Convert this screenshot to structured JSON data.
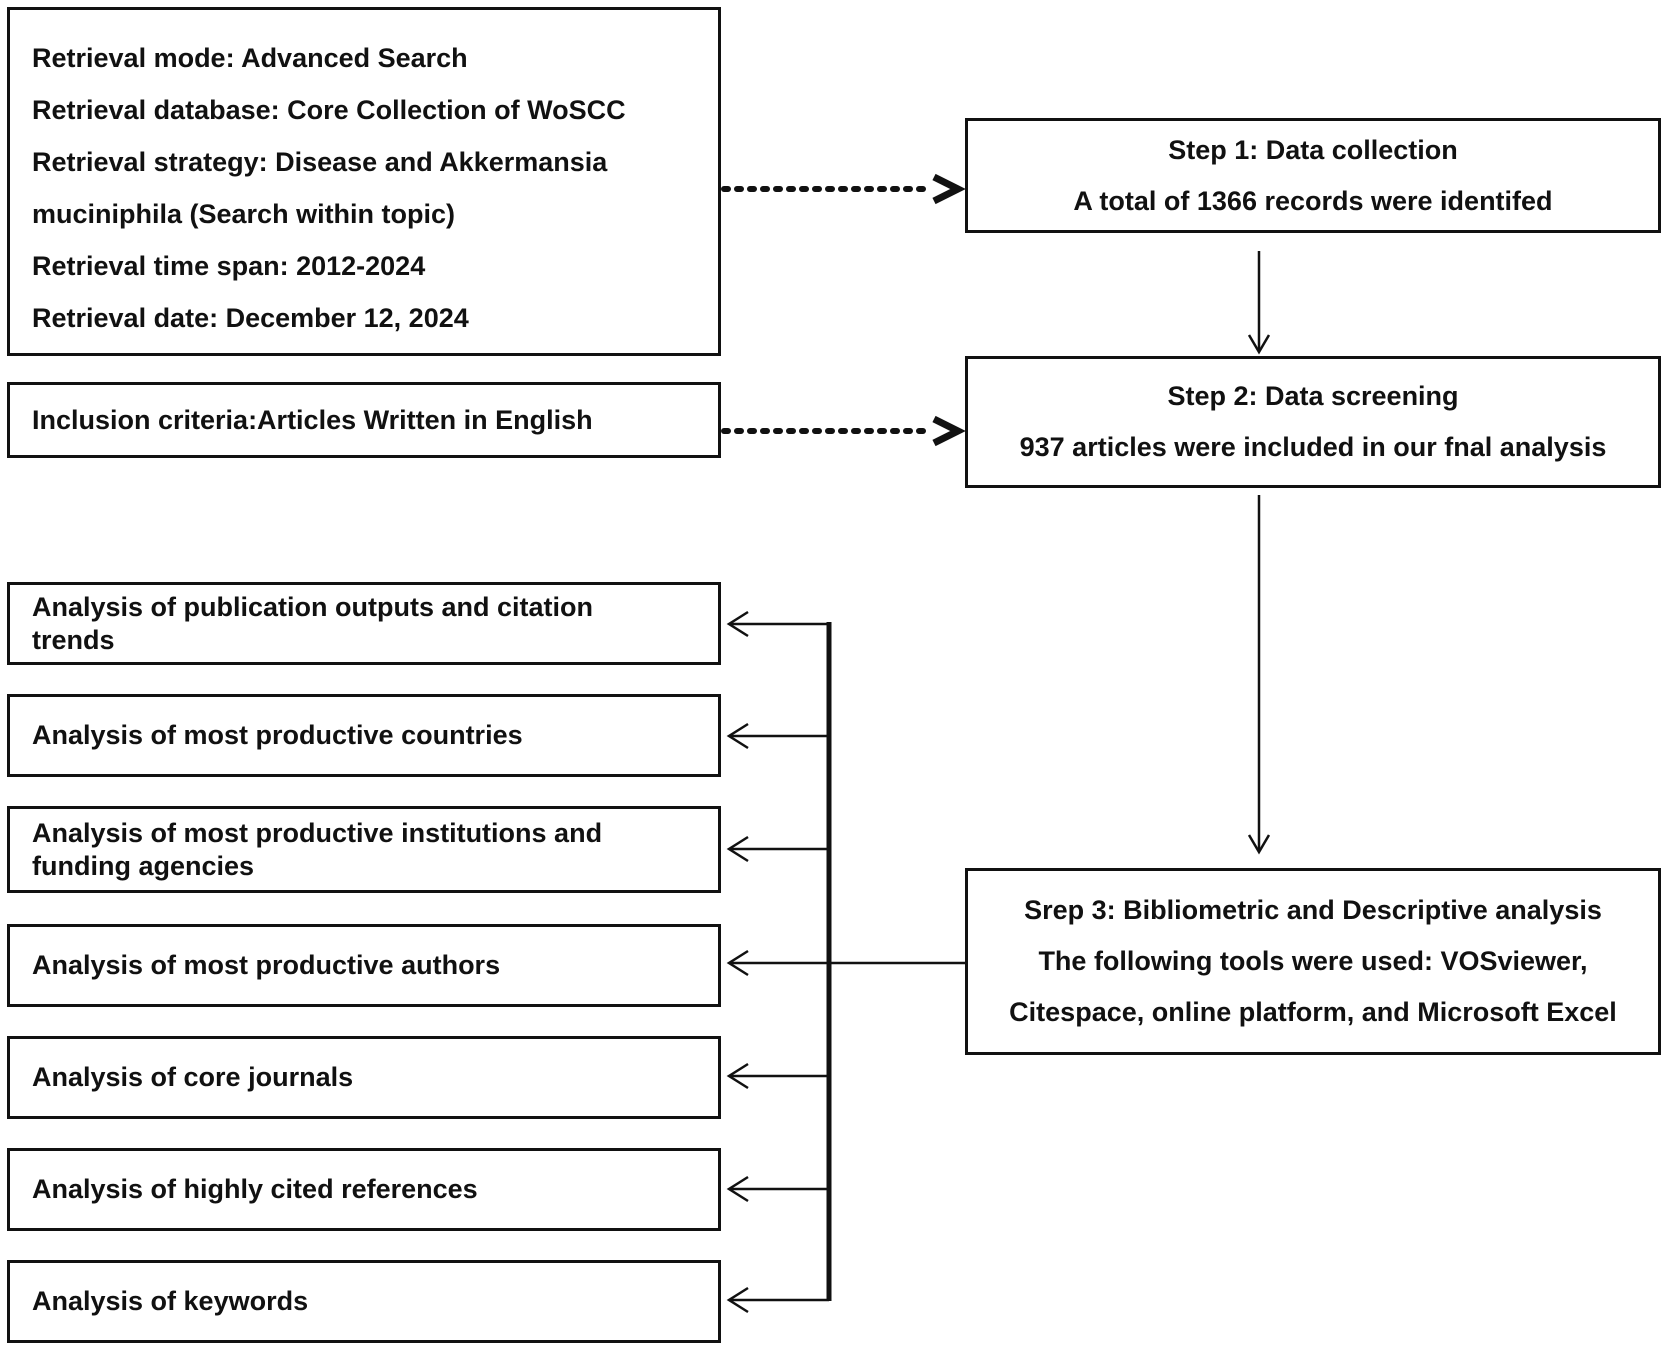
{
  "retrieval": {
    "lines": [
      "Retrieval mode: Advanced Search",
      "Retrieval database: Core Collection of WoSCC",
      "Retrieval strategy: Disease and Akkermansia",
      "muciniphila (Search within topic)",
      "Retrieval time span: 2012-2024",
      "Retrieval date: December 12, 2024"
    ]
  },
  "inclusion": {
    "text": "Inclusion criteria:Articles Written in English"
  },
  "step1": {
    "title": "Step 1: Data collection",
    "detail": "A total of 1366 records were identifed"
  },
  "step2": {
    "title": "Step 2: Data screening",
    "detail": "937 articles were included in our fnal analysis"
  },
  "step3": {
    "title": "Srep 3: Bibliometric and Descriptive analysis",
    "detail_1": "The following tools were used: VOSviewer,",
    "detail_2": "Citespace, online platform, and Microsoft Excel"
  },
  "analyses": [
    {
      "line1": "Analysis of publication outputs and citation",
      "line2": "trends"
    },
    {
      "line1": "Analysis of most productive countries",
      "line2": ""
    },
    {
      "line1": "Analysis of most productive institutions and",
      "line2": "funding agencies"
    },
    {
      "line1": "Analysis of most productive authors",
      "line2": ""
    },
    {
      "line1": "Analysis of core journals",
      "line2": ""
    },
    {
      "line1": "Analysis of highly cited references",
      "line2": ""
    },
    {
      "line1": "Analysis of keywords",
      "line2": ""
    }
  ]
}
